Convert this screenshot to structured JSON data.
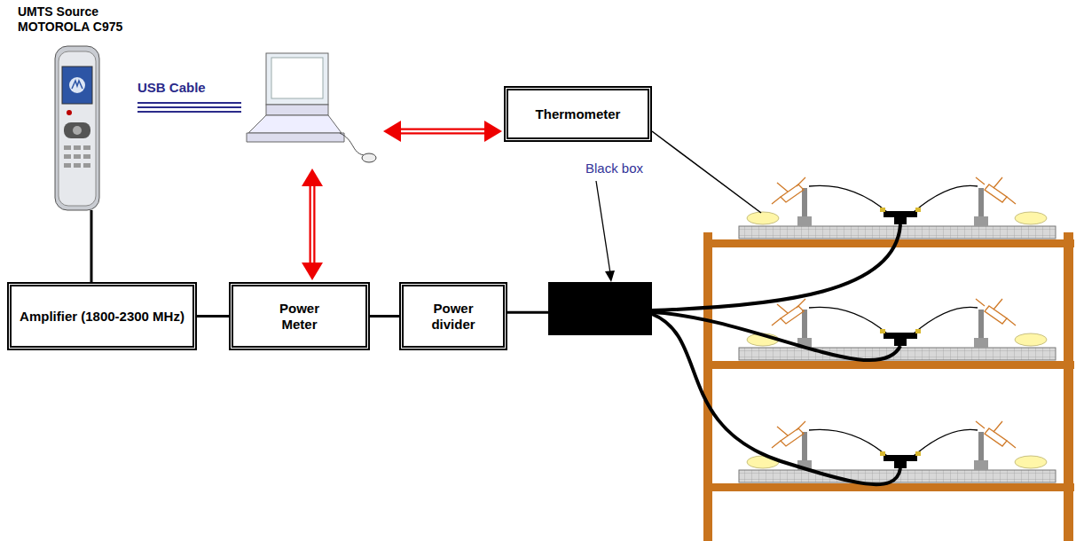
{
  "diagram": {
    "nodes": [
      {
        "text": [
          "UMTS Source MOTOROLA C975"
        ]
      },
      {
        "text": [
          "Thermometer"
        ]
      },
      {
        "text": [
          "Black box"
        ]
      },
      {
        "text": [
          "Amplifier (1800-2300 MHz)"
        ]
      },
      {
        "text": [
          "Power Meter"
        ]
      },
      {
        "text": [
          "Power divider"
        ]
      }
    ],
    "edges": [
      {
        "from": 0,
        "to": 3,
        "arrow": "none"
      },
      {
        "from": 3,
        "to": 4,
        "arrow": "none"
      },
      {
        "from": 4,
        "to": 5,
        "arrow": "none"
      },
      {
        "from": 5,
        "to": 2,
        "arrow": "none"
      }
    ],
    "labels": [
      "USB Cable"
    ]
  }
}
